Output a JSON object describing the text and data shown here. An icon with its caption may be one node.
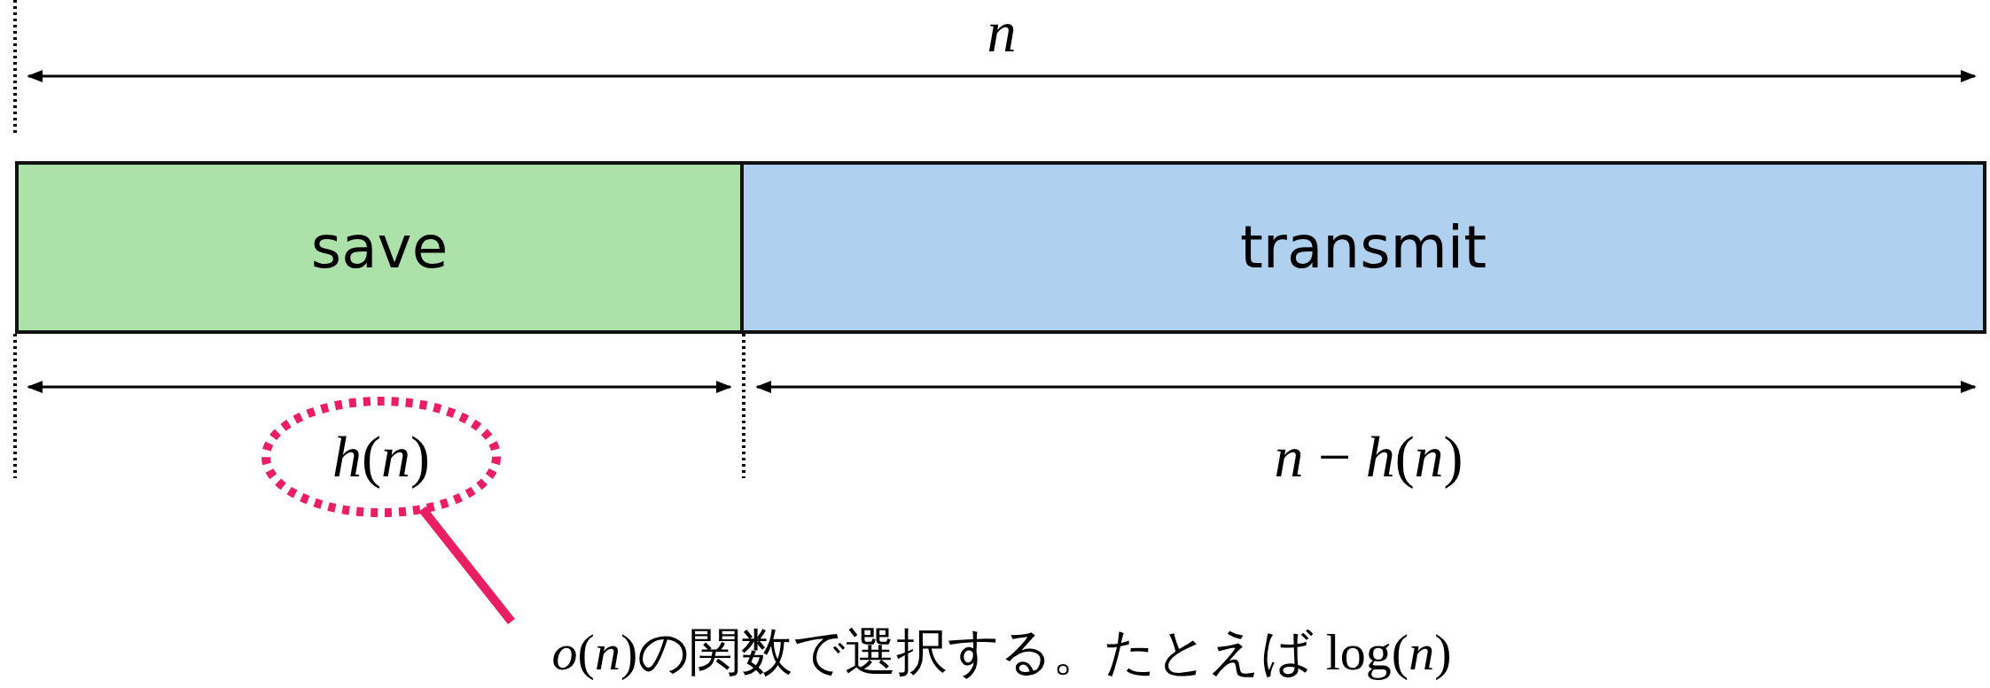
{
  "diagram": {
    "nodes": [
      {
        "text": [
          "save"
        ]
      },
      {
        "text": [
          "transmit"
        ]
      },
      {
        "text": [
          "*h*(*n*)"
        ]
      },
      {
        "text": [
          "*o*(*n*)の関数で選択する。たとえば log(*n*)"
        ]
      }
    ],
    "edges": [
      {
        "from": 3,
        "to": 2,
        "arrow": "none",
        "color": "#e91e63"
      }
    ],
    "labels": [
      "*n*",
      "*n* − *h*(*n*)"
    ]
  }
}
